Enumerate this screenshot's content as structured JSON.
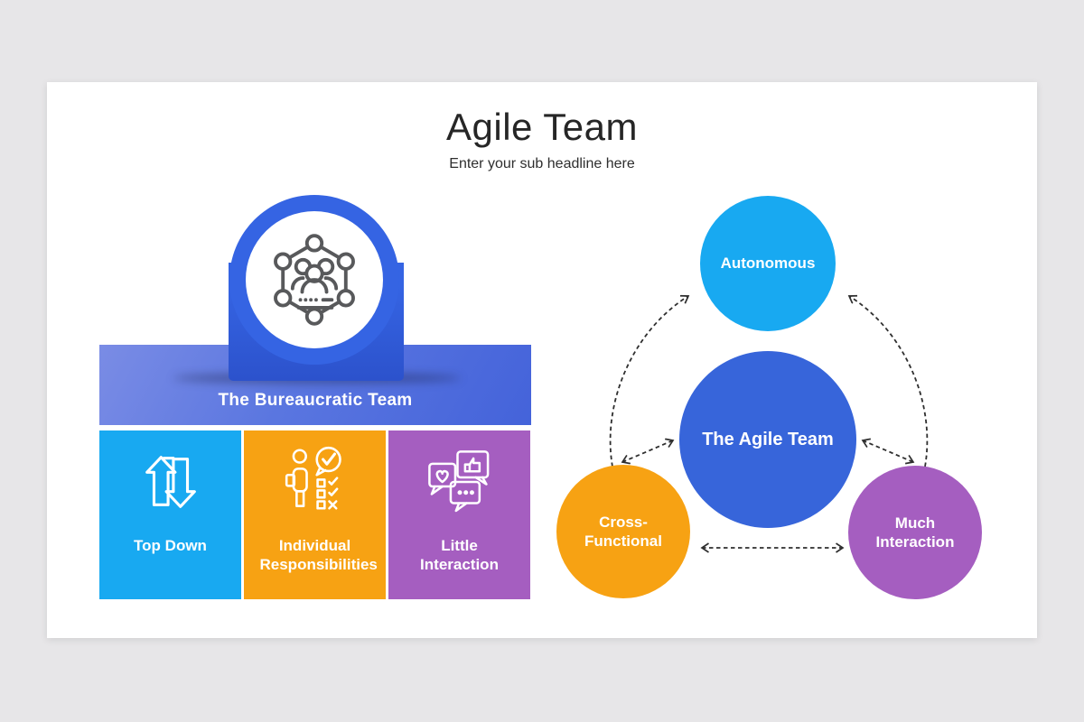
{
  "slide": {
    "title": "Agile Team",
    "subtitle": "Enter your sub headline here"
  },
  "left_panel": {
    "header": {
      "label": "The Bureaucratic Team",
      "icon": "network-team-icon"
    },
    "items": [
      {
        "label": "Top Down",
        "icon": "swap-vertical-arrows-icon",
        "color": "#18A9F1"
      },
      {
        "label": "Individual Responsibilities",
        "icon": "person-checklist-icon",
        "color": "#F7A213"
      },
      {
        "label": "Little Interaction",
        "icon": "chat-bubbles-icon",
        "color": "#A55EC0"
      }
    ]
  },
  "right_panel": {
    "center_node": {
      "label": "The Agile Team",
      "color": "#3765DA"
    },
    "nodes": [
      {
        "label": "Autonomous",
        "color": "#18A9F1",
        "position": "top"
      },
      {
        "label": "Cross-Functional",
        "color": "#F7A213",
        "position": "bottom-left"
      },
      {
        "label": "Much Interaction",
        "color": "#A55EC0",
        "position": "bottom-right"
      }
    ],
    "connections": [
      {
        "from": "Cross-Functional",
        "to": "Autonomous",
        "style": "dashed-arc",
        "arrow": "single"
      },
      {
        "from": "Much Interaction",
        "to": "Autonomous",
        "style": "dashed-arc",
        "arrow": "single"
      },
      {
        "from": "The Agile Team",
        "to": "Cross-Functional",
        "style": "dashed-line",
        "arrow": "double"
      },
      {
        "from": "The Agile Team",
        "to": "Much Interaction",
        "style": "dashed-line",
        "arrow": "double"
      },
      {
        "from": "Cross-Functional",
        "to": "Much Interaction",
        "style": "dashed-line",
        "arrow": "double"
      }
    ]
  },
  "palette": {
    "page_background": "#E7E6E8",
    "slide_background": "#FFFFFF",
    "title_color": "#262626",
    "pin_blue": "#3564E3",
    "banner_gradient_start": "#7A8CE5",
    "banner_gradient_end": "#4463DA",
    "cyan": "#18A9F1",
    "royal_blue": "#3765DA",
    "orange": "#F7A213",
    "purple": "#A55EC0",
    "connector_color": "#2F2F2F",
    "icon_stroke": "#58595B",
    "label_color": "#FFFFFF"
  }
}
